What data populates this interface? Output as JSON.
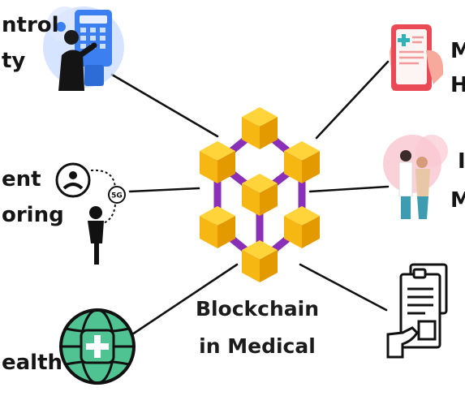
{
  "center": {
    "line1": "Blockchain",
    "line2": "in Medical"
  },
  "left_labels": [
    {
      "l1": "ntrol",
      "l2": "ty"
    },
    {
      "l1": "ent",
      "l2": "oring"
    },
    {
      "l1": "ealth",
      "l2": ""
    }
  ],
  "right_labels": [
    {
      "l1": "M",
      "l2": "H"
    },
    {
      "l1": "I",
      "l2": "M"
    },
    {
      "l1": "",
      "l2": ""
    }
  ],
  "icon_texts": {
    "signal": "5G"
  },
  "colors": {
    "cube_top": "#ffd43a",
    "cube_left": "#f7b712",
    "cube_right": "#e39a00",
    "link": "#8a2fb8",
    "globe": "#4fc391",
    "connector": "#111111"
  },
  "icons": [
    "access-keypad-icon",
    "patient-monitoring-icon",
    "health-globe-icon",
    "medical-record-phone-icon",
    "doctor-patient-icon",
    "medical-document-icon"
  ]
}
